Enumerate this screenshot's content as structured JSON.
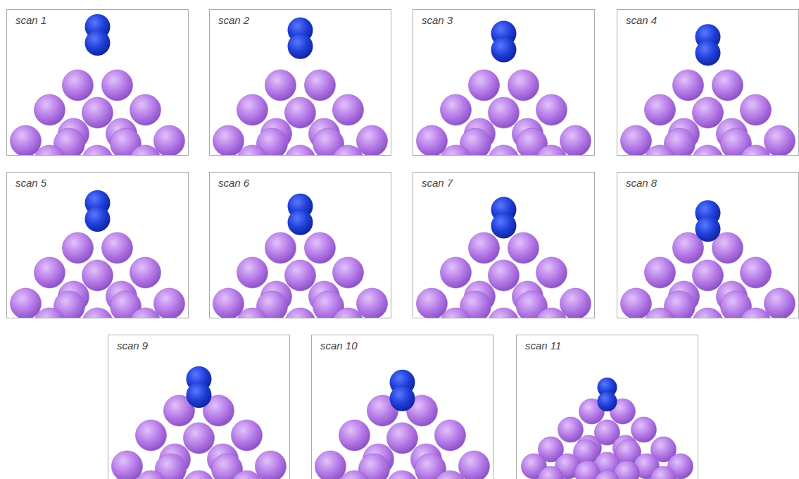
{
  "diagram": {
    "nodes": [
      {
        "text": [
          "scan 1"
        ]
      },
      {
        "text": [
          "scan 2"
        ]
      },
      {
        "text": [
          "scan 3"
        ]
      },
      {
        "text": [
          "scan 4"
        ]
      },
      {
        "text": [
          "scan 5"
        ]
      },
      {
        "text": [
          "scan 6"
        ]
      },
      {
        "text": [
          "scan 7"
        ]
      },
      {
        "text": [
          "scan 8"
        ]
      },
      {
        "text": [
          "scan 9"
        ]
      },
      {
        "text": [
          "scan 10"
        ]
      },
      {
        "text": [
          "scan 11"
        ]
      }
    ]
  }
}
